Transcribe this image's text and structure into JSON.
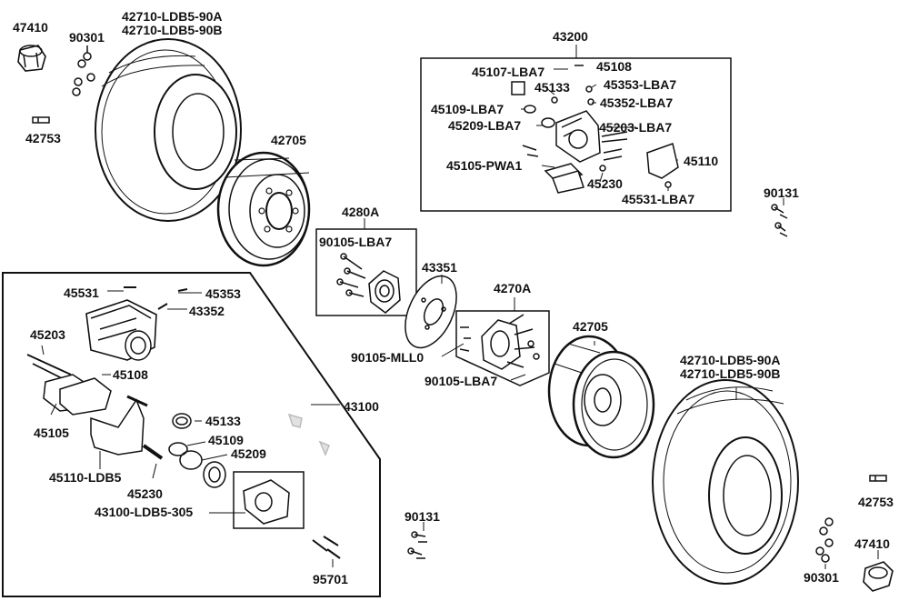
{
  "colors": {
    "ink": "#111111",
    "paper": "#ffffff",
    "gray": "#9a9a9a",
    "light": "#d8d8d8"
  },
  "labels": {
    "p47410_tl": "47410",
    "p90301_tl": "90301",
    "p42753_tl": "42753",
    "tire_tl": "42710-LDB5-90A\n42710-LDB5-90B",
    "rim_top": "42705",
    "g43200": "43200",
    "p45108_top": "45108",
    "p45107": "45107-LBA7",
    "p45133_top": "45133",
    "p45353_top": "45353-LBA7",
    "p45352_top": "45352-LBA7",
    "p45109_top": "45109-LBA7",
    "p45209_top": "45209-LBA7",
    "p45203_top": "45203-LBA7",
    "p45105_top": "45105-PWA1",
    "p45110_top": "45110",
    "p45230_top": "45230",
    "p45531_top": "45531-LBA7",
    "p90131_r": "90131",
    "g4280A": "4280A",
    "p90105_lba7_a": "90105-LBA7",
    "p43351": "43351",
    "g4270A": "4270A",
    "p90105_mll0": "90105-MLL0",
    "p90105_lba7_b": "90105-LBA7",
    "rim_mid": "42705",
    "tire_br": "42710-LDB5-90A\n42710-LDB5-90B",
    "p42753_br": "42753",
    "p47410_br": "47410",
    "p90301_br": "90301",
    "p90131_bl": "90131",
    "g43100": "43100",
    "p45531_box": "45531",
    "p45353_box": "45353",
    "p43352_box": "43352",
    "p45203_box": "45203",
    "p45108_box": "45108",
    "p45105_box": "45105",
    "p45133_box": "45133",
    "p45109_box": "45109",
    "p45209_box": "45209",
    "p45110_box": "45110-LDB5",
    "p45230_box": "45230",
    "p43100_305": "43100-LDB5-305",
    "p95701": "95701"
  }
}
